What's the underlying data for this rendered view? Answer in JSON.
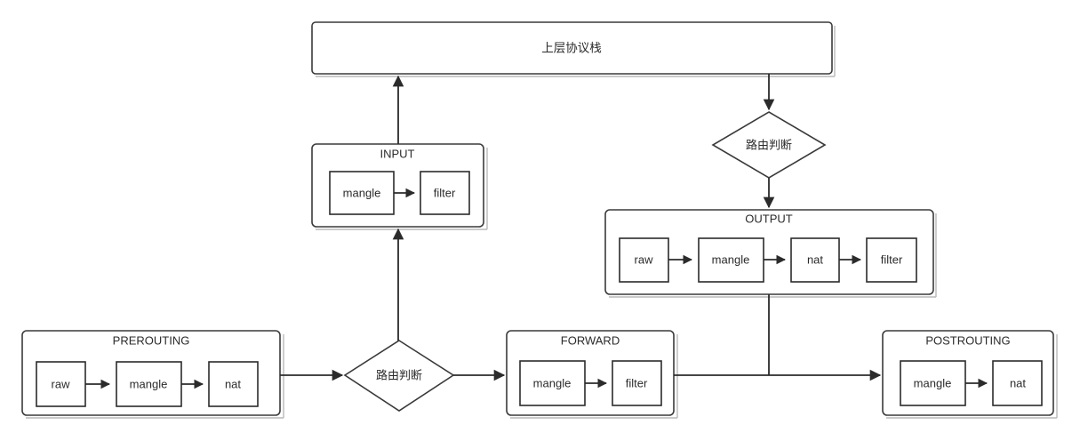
{
  "diagram": {
    "title": "netfilter-packet-flow",
    "colors": {
      "stroke": "#2b2b2b",
      "outer_stroke": "#3a3a3a",
      "background": "#ffffff",
      "text": "#2b2b2b",
      "shadow": "#b9b9b9"
    },
    "upper_stack": {
      "label": "上层协议栈"
    },
    "decisions": [
      {
        "id": "routing-decision-top",
        "label": "路由判断"
      },
      {
        "id": "routing-decision-bottom",
        "label": "路由判断"
      }
    ],
    "chains": [
      {
        "id": "input",
        "title": "INPUT",
        "tables": [
          "mangle",
          "filter"
        ]
      },
      {
        "id": "output",
        "title": "OUTPUT",
        "tables": [
          "raw",
          "mangle",
          "nat",
          "filter"
        ]
      },
      {
        "id": "prerouting",
        "title": "PREROUTING",
        "tables": [
          "raw",
          "mangle",
          "nat"
        ]
      },
      {
        "id": "forward",
        "title": "FORWARD",
        "tables": [
          "mangle",
          "filter"
        ]
      },
      {
        "id": "postrouting",
        "title": "POSTROUTING",
        "tables": [
          "mangle",
          "nat"
        ]
      }
    ]
  }
}
